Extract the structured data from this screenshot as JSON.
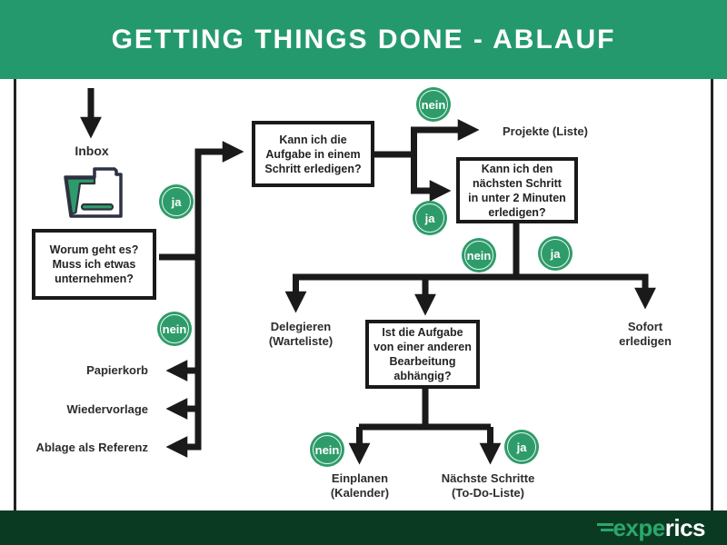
{
  "title": "GETTING THINGS DONE - ABLAUF",
  "colors": {
    "header_green": "#25996E",
    "badge_green": "#2E9C6A",
    "footer_green": "#0B3A23",
    "logo_green": "#2BA76B",
    "line_black": "#1A1A1A",
    "text_dark": "#2D2D2D"
  },
  "nodes": {
    "inbox_label": "Inbox",
    "worum_box": "Worum geht es?\nMuss ich etwas\nunternehmen?",
    "aufgabe_box": "Kann ich die\nAufgabe in einem\nSchritt erledigen?",
    "zwei_minuten_box": "Kann ich den\nnächsten Schritt\nin unter 2 Minuten\nerledigen?",
    "abhaengig_box": "Ist die Aufgabe\nvon einer anderen\nBearbeitung\nabhängig?",
    "projekte_label": "Projekte (Liste)",
    "delegieren_label": "Delegieren\n(Warteliste)",
    "sofort_label": "Sofort erledigen",
    "einplanen_label": "Einplanen\n(Kalender)",
    "naechste_label": "Nächste Schritte\n(To-Do-Liste)",
    "papierkorb_label": "Papierkorb",
    "wiedervorlage_label": "Wiedervorlage",
    "ablage_label": "Ablage als Referenz"
  },
  "badges": {
    "ja_worum": "ja",
    "nein_worum": "nein",
    "nein_aufgabe": "nein",
    "ja_aufgabe": "ja",
    "nein_zwei_minuten": "nein",
    "ja_zwei_minuten": "ja",
    "nein_abhaengig": "nein",
    "ja_abhaengig": "ja"
  },
  "footer": {
    "logo_text_green": "expe",
    "logo_text_white": "rics"
  }
}
